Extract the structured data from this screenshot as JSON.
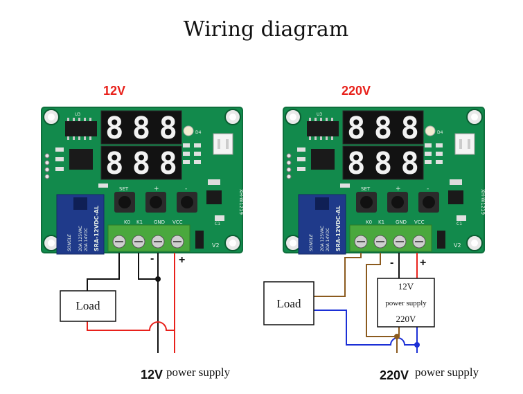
{
  "title": "Wiring diagram",
  "left": {
    "voltage_label": "12V",
    "load_label": "Load",
    "minus_label": "-",
    "plus_label": "+",
    "supply_voltage": "12V",
    "supply_text": "power supply"
  },
  "right": {
    "voltage_label": "220V",
    "load_label": "Load",
    "minus_label": "-",
    "plus_label": "+",
    "converter_top": "12V",
    "converter_mid": "power supply",
    "converter_bottom": "220V",
    "supply_voltage": "220V",
    "supply_text": "power supply"
  },
  "board": {
    "relay_brand": "SONGLE",
    "relay_model": "SRA-12VDC-AL",
    "relay_rating_1": "20A 14VDC",
    "relay_rating_2": "20A 125VAC",
    "set_label": "SET",
    "plus_label": "+",
    "minus_label": "-",
    "k0_label": "K0",
    "k1_label": "K1",
    "gnd_label": "GND",
    "vcc_label": "VCC",
    "model": "XH-W1219",
    "v2_label": "V2",
    "u3_label": "U3",
    "d4_label": "D4",
    "c1_label": "C1"
  },
  "colors": {
    "pcb": "#128a4c",
    "pcb_dark": "#0d6f3c",
    "wire_red": "#e8211b",
    "wire_black": "#111111",
    "wire_brown": "#8b5a1e",
    "wire_blue": "#1b2fd6",
    "terminal": "#4aa83d",
    "relay": "#1f3a8a"
  }
}
